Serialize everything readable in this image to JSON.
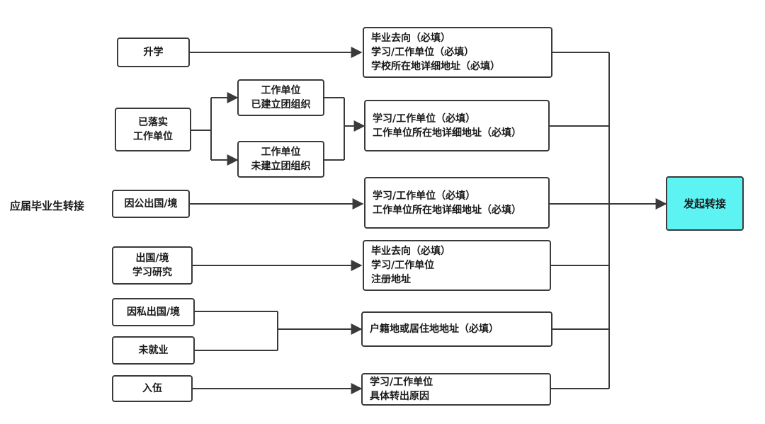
{
  "title": "应届毕业生转接",
  "colors": {
    "target_fill": "#5ef3f3",
    "stroke": "#3a3a3a"
  },
  "sources": {
    "shengxue": {
      "lines": [
        "升学"
      ]
    },
    "luoshi": {
      "lines": [
        "已落实",
        "工作单位"
      ]
    },
    "yijianli": {
      "lines": [
        "工作单位",
        "已建立团组织"
      ]
    },
    "weijianli": {
      "lines": [
        "工作单位",
        "未建立团组织"
      ]
    },
    "yingong": {
      "lines": [
        "因公出国/境"
      ]
    },
    "chuguo": {
      "lines": [
        "出国/境",
        "学习研究"
      ]
    },
    "yinsi": {
      "lines": [
        "因私出国/境"
      ]
    },
    "weijiuye": {
      "lines": [
        "未就业"
      ]
    },
    "ruwu": {
      "lines": [
        "入伍"
      ]
    }
  },
  "requirements": {
    "r1": {
      "lines": [
        "毕业去向（必填）",
        "学习/工作单位（必填）",
        "学校所在地详细地址（必填）"
      ]
    },
    "r2": {
      "lines": [
        "学习/工作单位（必填）",
        "工作单位所在地详细地址（必填）"
      ]
    },
    "r3": {
      "lines": [
        "学习/工作单位（必填）",
        "工作单位所在地详细地址（必填）"
      ]
    },
    "r4": {
      "lines": [
        "毕业去向（必填）",
        "学习/工作单位",
        "注册地址"
      ]
    },
    "r5": {
      "lines": [
        "户籍地或居住地地址（必填）"
      ]
    },
    "r6": {
      "lines": [
        "学习/工作单位",
        "具体转出原因"
      ]
    }
  },
  "target": {
    "label": "发起转接"
  }
}
